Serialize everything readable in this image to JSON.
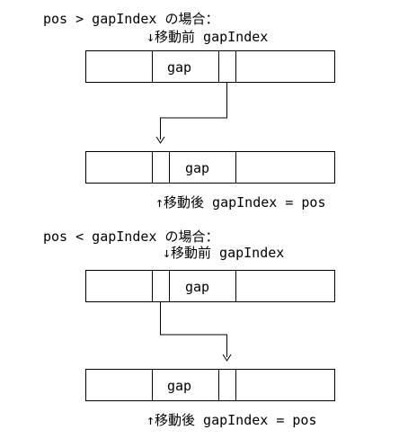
{
  "case1": {
    "heading": "pos > gapIndex の場合：",
    "before_caption": "↓移動前 gapIndex",
    "before_gap_label": "gap",
    "after_gap_label": "gap",
    "after_caption": "↑移動後 gapIndex = pos"
  },
  "case2": {
    "heading": "pos < gapIndex の場合：",
    "before_caption": "↓移動前 gapIndex",
    "before_gap_label": "gap",
    "after_gap_label": "gap",
    "after_caption": "↑移動後 gapIndex = pos"
  }
}
